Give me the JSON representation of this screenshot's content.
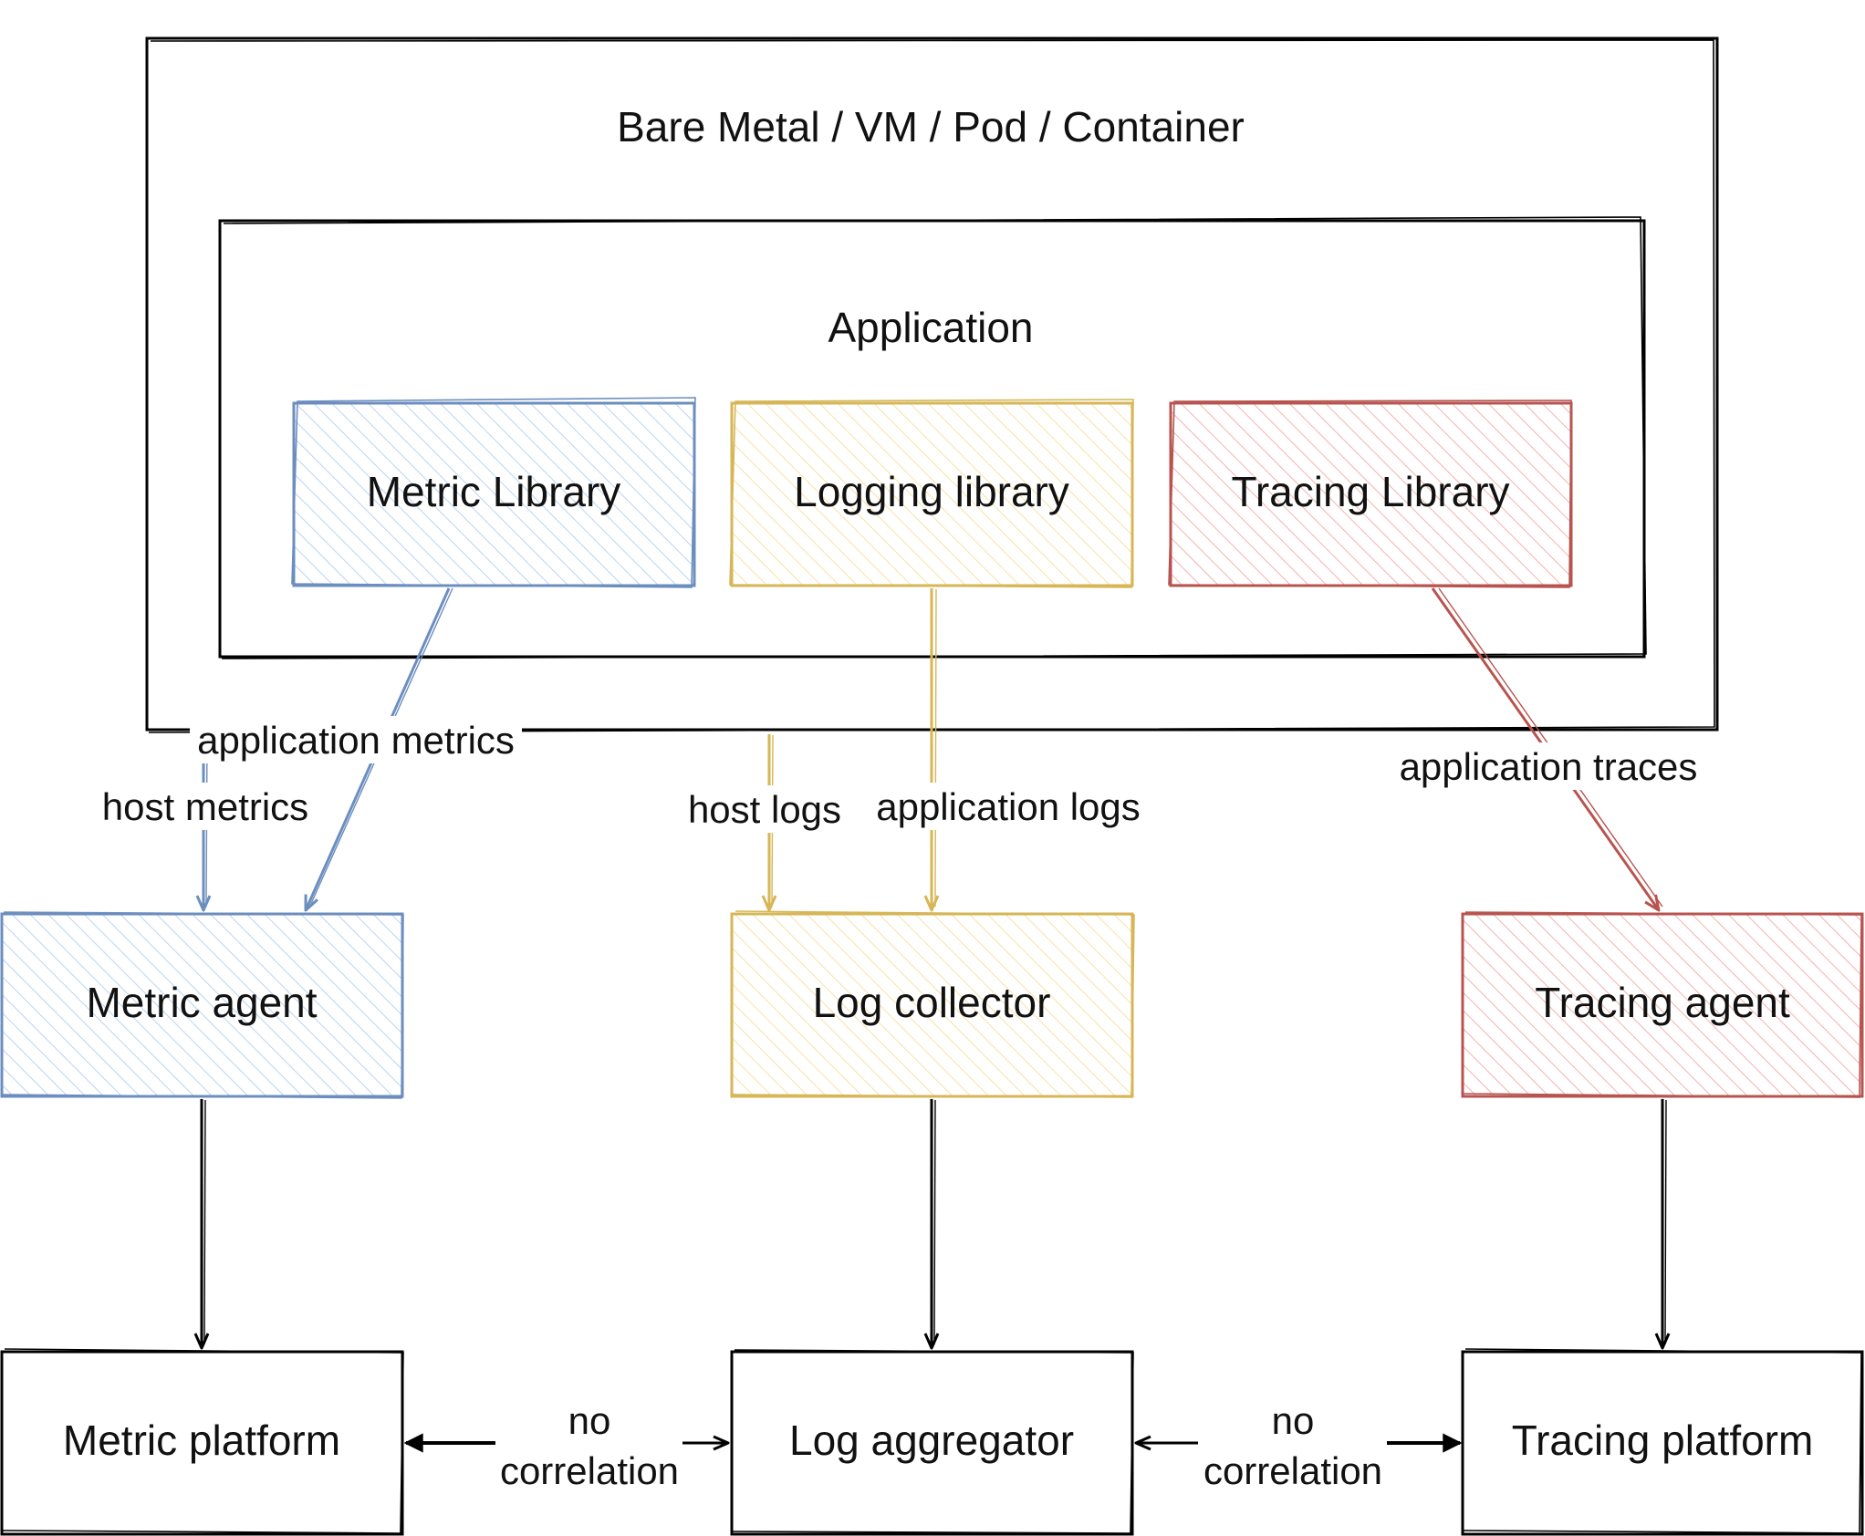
{
  "colors": {
    "blue_stroke": "#6c8ebf",
    "blue_fill": "#dae8fc",
    "yellow_stroke": "#d6b656",
    "yellow_fill": "#fff2cc",
    "red_stroke": "#b85450",
    "red_fill": "#f8cecc",
    "black": "#000000"
  },
  "host": {
    "title": "Bare Metal / VM / Pod / Container"
  },
  "application": {
    "title": "Application"
  },
  "libraries": {
    "metric": "Metric Library",
    "logging": "Logging library",
    "tracing": "Tracing Library"
  },
  "agents": {
    "metric": "Metric agent",
    "log": "Log collector",
    "tracing": "Tracing agent"
  },
  "platforms": {
    "metric": "Metric platform",
    "log": "Log aggregator",
    "tracing": "Tracing platform"
  },
  "edges": {
    "application_metrics": "application metrics",
    "host_metrics": "host metrics",
    "host_logs": "host logs",
    "application_logs": "application logs",
    "application_traces": "application traces",
    "no_correlation_line1": "no",
    "no_correlation_line2": "correlation"
  }
}
